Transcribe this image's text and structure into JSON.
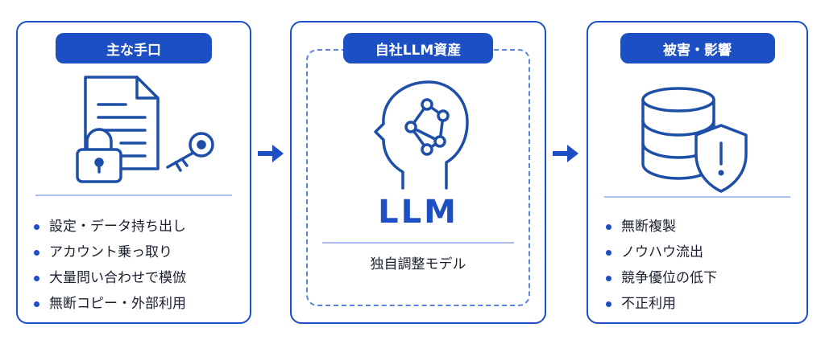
{
  "panels": [
    {
      "title": "主な手口",
      "items": [
        "設定・データ持ち出し",
        "アカウント乗っ取り",
        "大量問い合わせで模倣",
        "無断コピー・外部利用"
      ]
    },
    {
      "title": "自社LLM資産",
      "main_label": "LLM",
      "subtitle": "独自調整モデル"
    },
    {
      "title": "被害・影響",
      "items": [
        "無断複製",
        "ノウハウ流出",
        "競争優位の低下",
        "不正利用"
      ]
    }
  ],
  "icons": {
    "panel1": [
      "document-icon",
      "padlock-icon",
      "key-icon"
    ],
    "panel2": [
      "head-network-icon"
    ],
    "panel3": [
      "database-icon",
      "warning-shield-icon"
    ]
  },
  "colors": {
    "accent": "#1d4fc4",
    "icon_stroke": "#1e4fa8",
    "divider": "#a9bdf0",
    "text": "#1a1f2e"
  }
}
